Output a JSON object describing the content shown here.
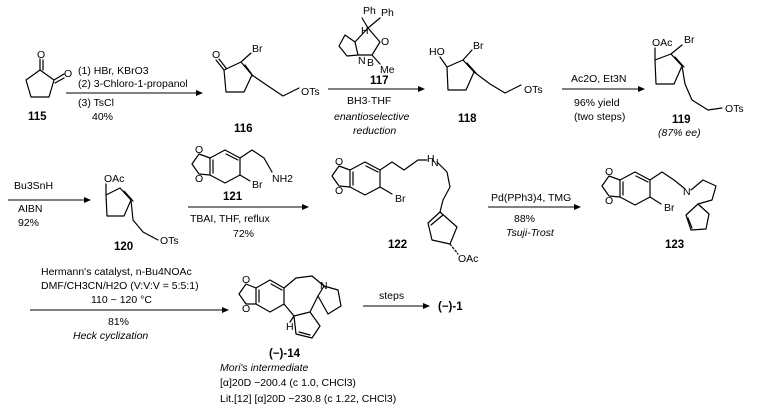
{
  "compounds": {
    "c115": "115",
    "c116": "116",
    "c117": "117",
    "c118": "118",
    "c119": "119",
    "c119_ee": "(87% ee)",
    "c120": "120",
    "c121": "121",
    "c122": "122",
    "c123": "123",
    "c14": "(−)-14",
    "final": "(−)-1"
  },
  "atoms": {
    "O": "O",
    "HO": "HO",
    "OAc": "OAc",
    "Br": "Br",
    "OTs": "OTs",
    "N": "N",
    "B": "B",
    "Me": "Me",
    "H": "H",
    "Ph": "Ph",
    "NH2": "NH2",
    "HN": "N"
  },
  "steps": {
    "s1_line1": "(1) HBr, KBrO3",
    "s1_line2": "(2) 3-Chloro-1-propanol",
    "s1_line3": "(3) TsCl",
    "s1_yield": "40%",
    "s2_reagent": "BH3·THF",
    "s2_note1": "enantioselective",
    "s2_note2": "reduction",
    "s3_reagent": "Ac2O, Et3N",
    "s3_yield": "96% yield",
    "s3_note": "(two steps)",
    "s4_reagent1": "Bu3SnH",
    "s4_reagent2": "AIBN",
    "s4_yield": "92%",
    "s5_reagent": "TBAI, THF, reflux",
    "s5_yield": "72%",
    "s6_reagent": "Pd(PPh3)4, TMG",
    "s6_yield": "88%",
    "s6_note": "Tsuji-Trost",
    "s7_line1": "Hermann's catalyst, n-Bu4NOAc",
    "s7_line2": "DMF/CH3CN/H2O (V:V:V = 5:5:1)",
    "s7_line3": "110 ~ 120 °C",
    "s7_yield": "81%",
    "s7_note": "Heck cyclization",
    "s8_label": "steps"
  },
  "notes": {
    "mori": "Mori's intermediate",
    "rotation": "[α]20D −200.4 (c 1.0, CHCl3)",
    "lit": "Lit.[12] [α]20D −230.8 (c 1.22, CHCl3)"
  }
}
